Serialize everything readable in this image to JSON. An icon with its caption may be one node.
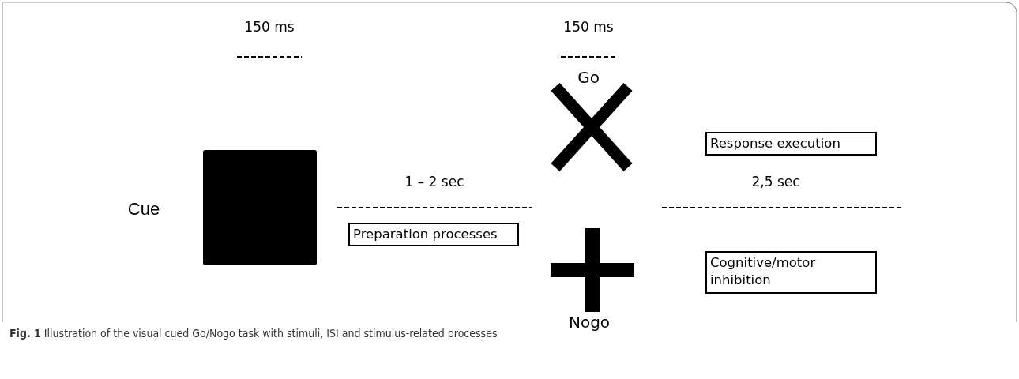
{
  "diagram": {
    "caption": "**Fig. 1** Illustration of the visual cued Go/Nogo task with stimuli, ISI and stimulus-related processes",
    "nodes": [
      {
        "text": [
          "Response execution"
        ]
      },
      {
        "text": [
          "Preparation processes"
        ]
      },
      {
        "text": [
          "Cognitive/motor inhibition"
        ]
      }
    ],
    "labels": [
      "150 ms",
      "150 ms",
      "Go",
      "1 – 2 sec",
      "2,5 sec",
      "Cue",
      "Nogo"
    ]
  }
}
